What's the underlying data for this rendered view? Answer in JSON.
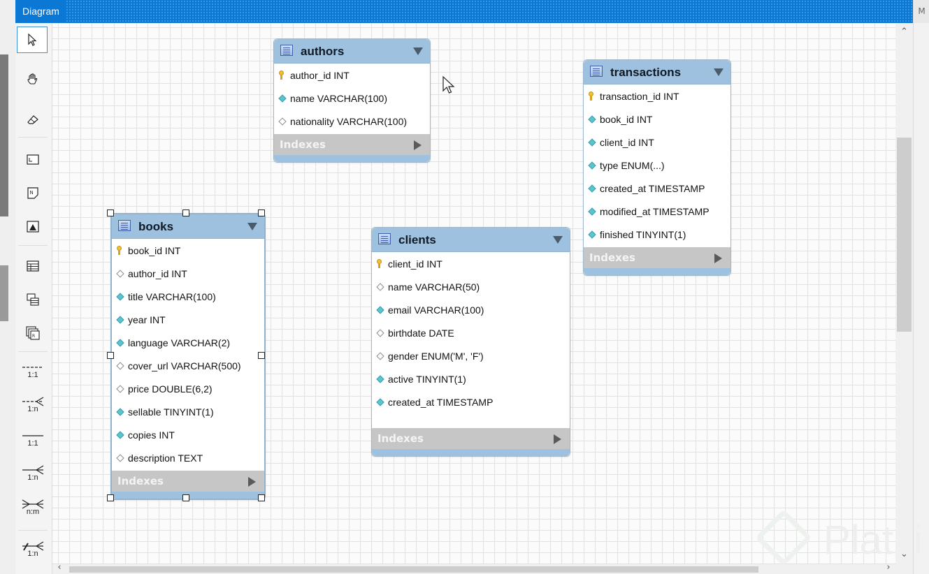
{
  "titlebar": {
    "title": "Diagram"
  },
  "right_strip": {
    "header": "M"
  },
  "toolbar": {
    "relationships": [
      {
        "id": "rel-1-1-nonid",
        "label": "1:1"
      },
      {
        "id": "rel-1-n-nonid",
        "label": "1:n"
      },
      {
        "id": "rel-1-1-id",
        "label": "1:1"
      },
      {
        "id": "rel-1-n-id",
        "label": "1:n"
      },
      {
        "id": "rel-n-m",
        "label": "n:m"
      },
      {
        "id": "rel-1-n-existing",
        "label": "1:n"
      }
    ]
  },
  "tables": {
    "authors": {
      "name": "authors",
      "indexes_label": "Indexes",
      "columns": [
        {
          "text": "author_id INT",
          "icon": "primary-key"
        },
        {
          "text": "name VARCHAR(100)",
          "icon": "not-null"
        },
        {
          "text": "nationality VARCHAR(100)",
          "icon": "nullable"
        }
      ]
    },
    "transactions": {
      "name": "transactions",
      "indexes_label": "Indexes",
      "columns": [
        {
          "text": "transaction_id INT",
          "icon": "primary-key"
        },
        {
          "text": "book_id INT",
          "icon": "not-null"
        },
        {
          "text": "client_id INT",
          "icon": "not-null"
        },
        {
          "text": "type ENUM(...)",
          "icon": "not-null"
        },
        {
          "text": "created_at TIMESTAMP",
          "icon": "not-null"
        },
        {
          "text": "modified_at TIMESTAMP",
          "icon": "not-null"
        },
        {
          "text": "finished TINYINT(1)",
          "icon": "not-null"
        }
      ]
    },
    "books": {
      "name": "books",
      "indexes_label": "Indexes",
      "columns": [
        {
          "text": "book_id INT",
          "icon": "primary-key"
        },
        {
          "text": "author_id INT",
          "icon": "nullable"
        },
        {
          "text": "title VARCHAR(100)",
          "icon": "not-null"
        },
        {
          "text": "year INT",
          "icon": "not-null"
        },
        {
          "text": "language VARCHAR(2)",
          "icon": "not-null"
        },
        {
          "text": "cover_url VARCHAR(500)",
          "icon": "nullable"
        },
        {
          "text": "price DOUBLE(6,2)",
          "icon": "nullable"
        },
        {
          "text": "sellable TINYINT(1)",
          "icon": "not-null"
        },
        {
          "text": "copies INT",
          "icon": "not-null"
        },
        {
          "text": "description TEXT",
          "icon": "nullable"
        }
      ]
    },
    "clients": {
      "name": "clients",
      "indexes_label": "Indexes",
      "columns": [
        {
          "text": "client_id INT",
          "icon": "primary-key"
        },
        {
          "text": "name VARCHAR(50)",
          "icon": "nullable"
        },
        {
          "text": "email VARCHAR(100)",
          "icon": "not-null"
        },
        {
          "text": "birthdate DATE",
          "icon": "nullable"
        },
        {
          "text": "gender ENUM('M', 'F')",
          "icon": "nullable"
        },
        {
          "text": "active TINYINT(1)",
          "icon": "not-null"
        },
        {
          "text": "created_at TIMESTAMP",
          "icon": "not-null"
        }
      ]
    }
  },
  "watermark": {
    "text": "Platzi"
  }
}
